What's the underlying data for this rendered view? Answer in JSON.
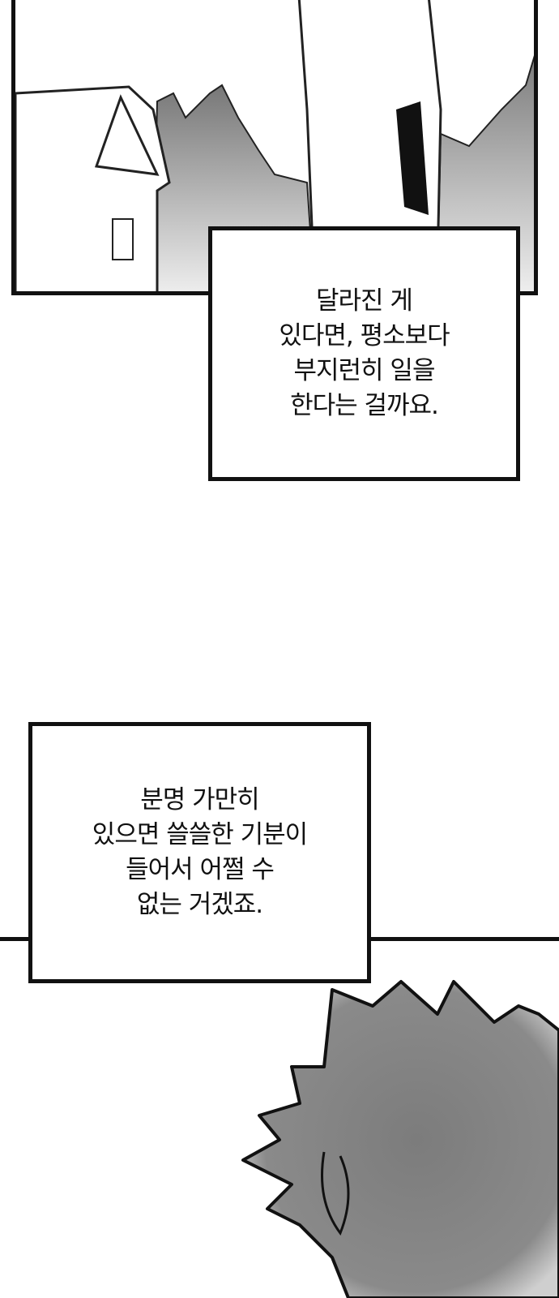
{
  "captions": [
    {
      "lines": [
        "달라진 게",
        "있다면, 평소보다",
        "부지런히 일을",
        "한다는 걸까요."
      ]
    },
    {
      "lines": [
        "분명 가만히",
        "있으면 쓸쓸한 기분이",
        "들어서 어쩔 수",
        "없는 거겠죠."
      ]
    }
  ]
}
